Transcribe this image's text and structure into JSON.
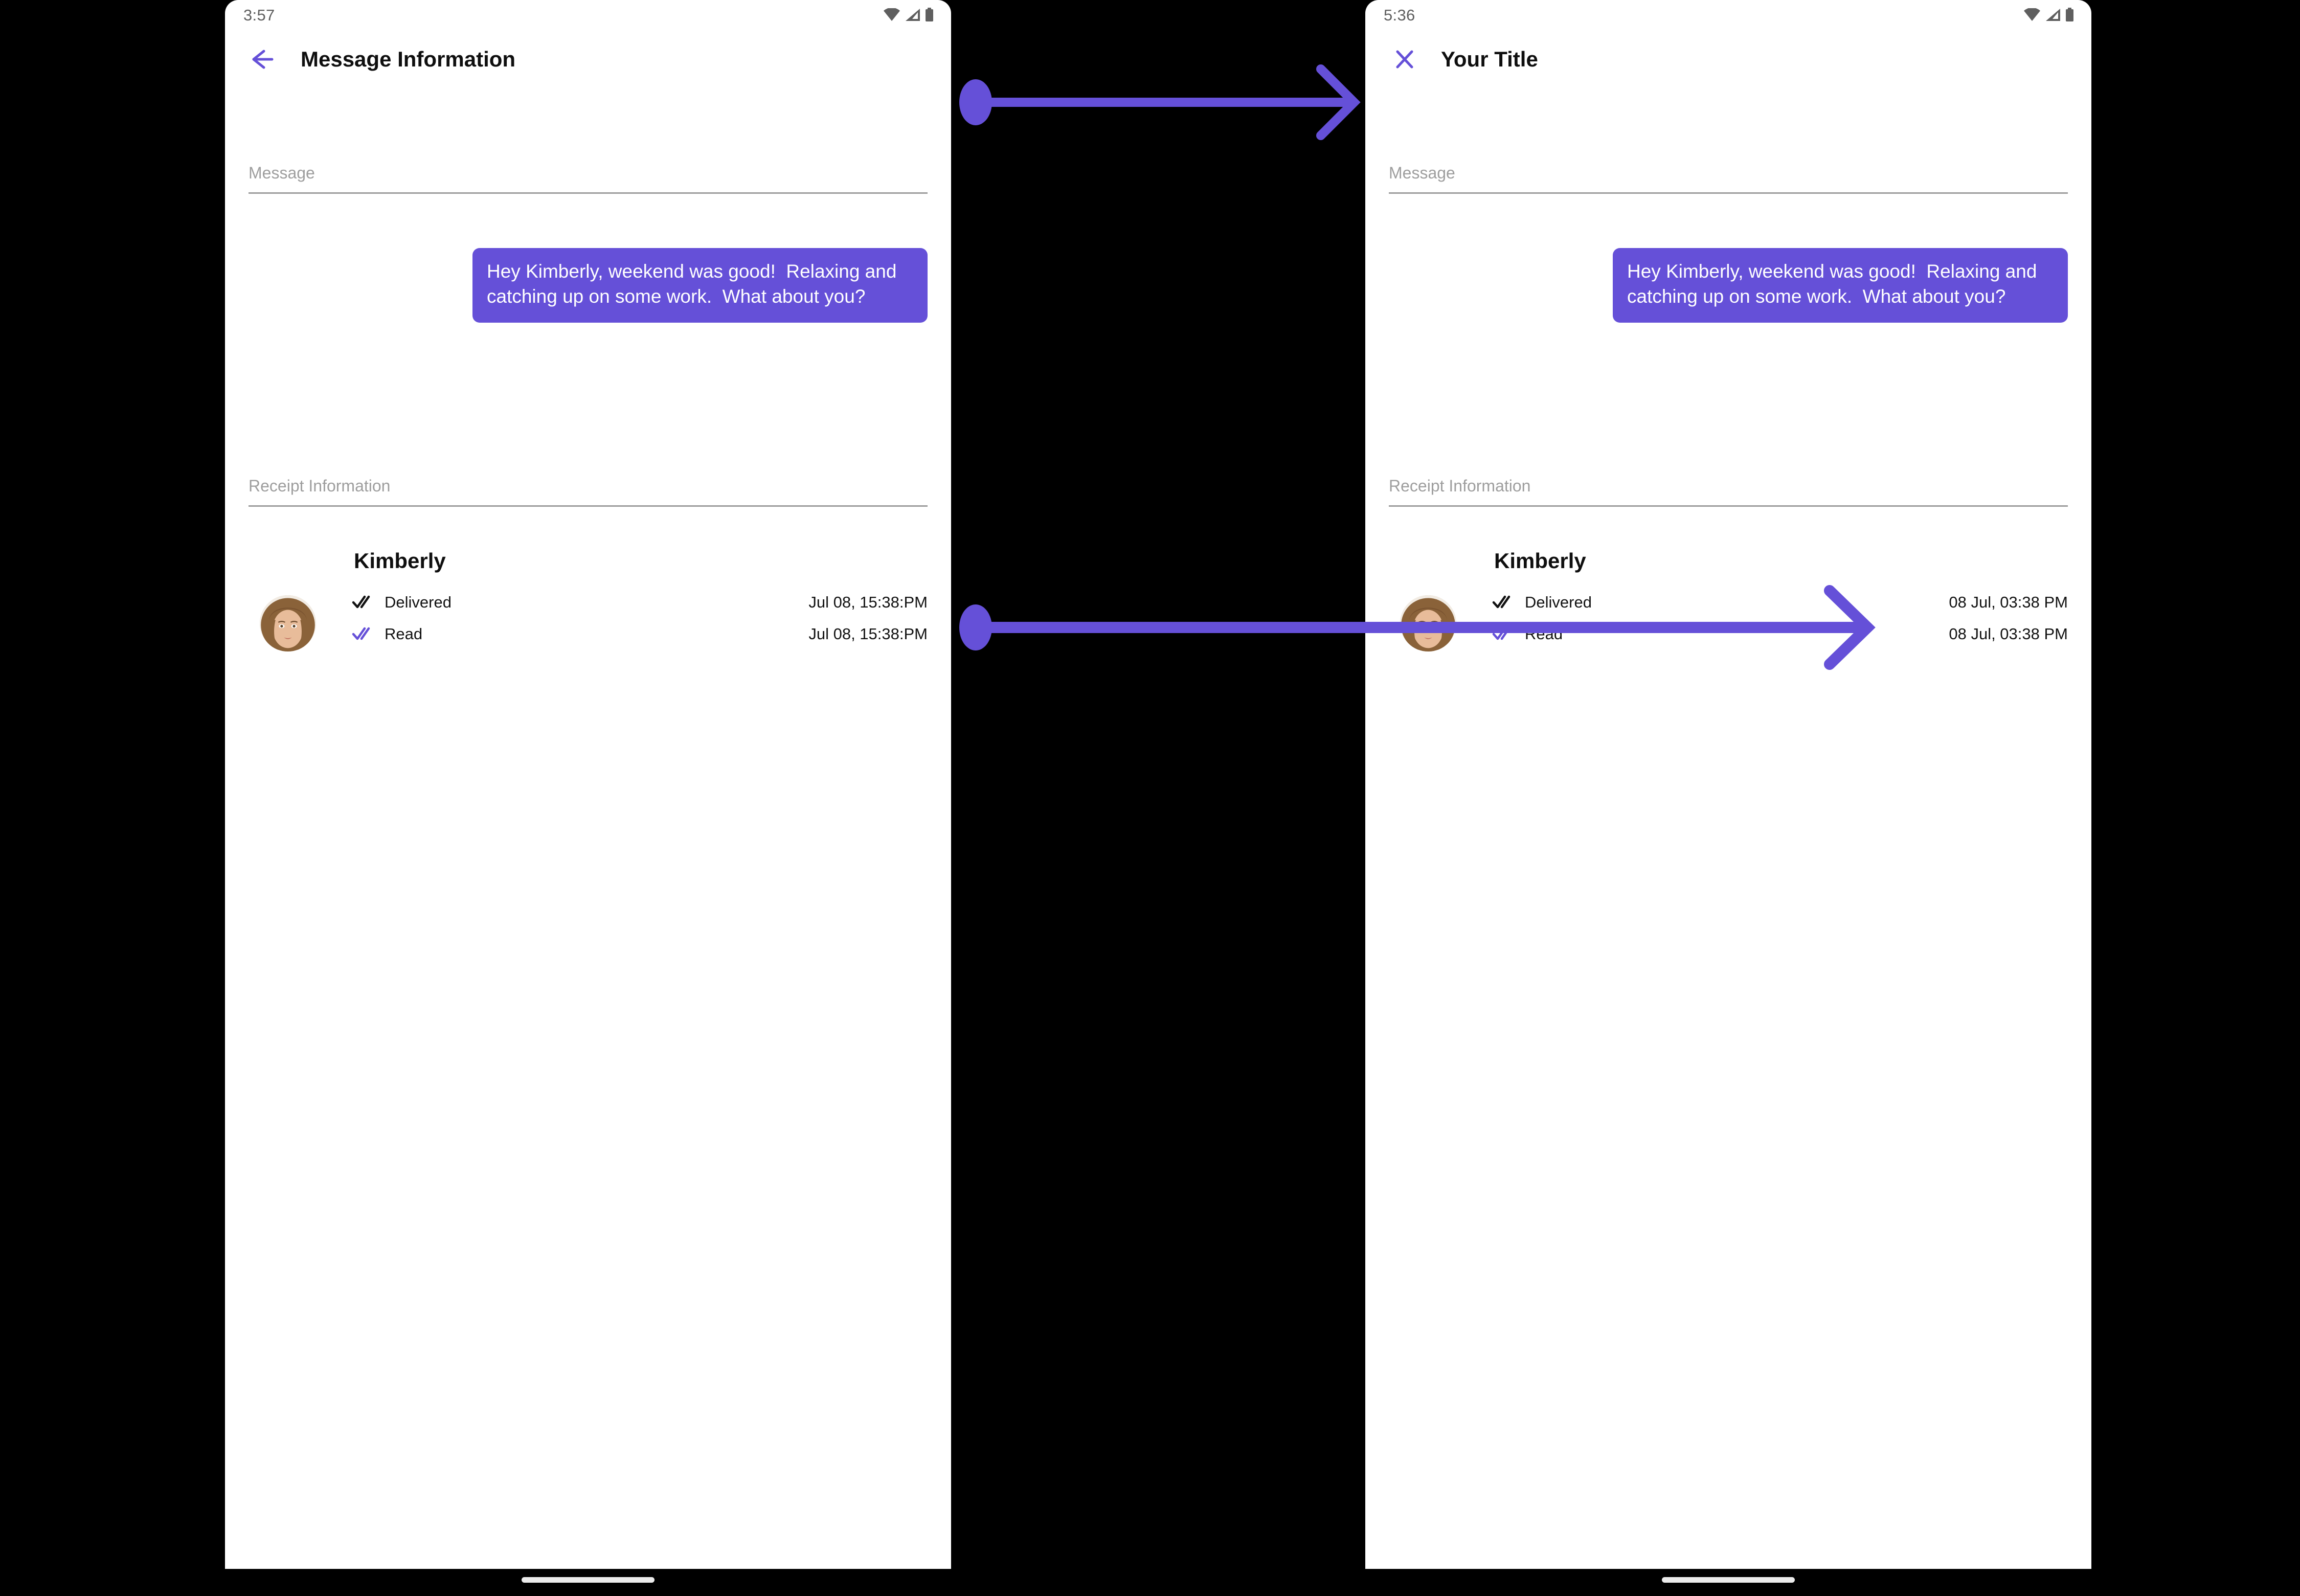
{
  "accent_color": "#6550d8",
  "frames": [
    {
      "id": "left",
      "status": {
        "time": "3:57"
      },
      "appbar": {
        "nav_icon": "back-arrow-icon",
        "title": "Message Information"
      },
      "sections": {
        "message_label": "Message",
        "receipt_label": "Receipt Information"
      },
      "message": {
        "text": "Hey Kimberly, weekend was good!  Relaxing and catching up on some work.  What about you?"
      },
      "receipt": {
        "name": "Kimberly",
        "rows": [
          {
            "icon": "double-check-icon",
            "status": "Delivered",
            "time": "Jul 08, 15:38:PM",
            "color": "#121212"
          },
          {
            "icon": "double-check-icon",
            "status": "Read",
            "time": "Jul 08, 15:38:PM",
            "color": "#6550d8"
          }
        ]
      }
    },
    {
      "id": "right",
      "status": {
        "time": "5:36"
      },
      "appbar": {
        "nav_icon": "close-icon",
        "title": "Your Title"
      },
      "sections": {
        "message_label": "Message",
        "receipt_label": "Receipt Information"
      },
      "message": {
        "text": "Hey Kimberly, weekend was good!  Relaxing and catching up on some work.  What about you?"
      },
      "receipt": {
        "name": "Kimberly",
        "rows": [
          {
            "icon": "double-check-icon",
            "status": "Delivered",
            "time": "08 Jul, 03:38 PM",
            "color": "#121212"
          },
          {
            "icon": "double-check-icon",
            "status": "Read",
            "time": "08 Jul, 03:38 PM",
            "color": "#6550d8"
          }
        ]
      }
    }
  ],
  "annotations": [
    {
      "name": "annotation-arrow-title",
      "from": "left-appbar-title",
      "to": "right-appbar-title"
    },
    {
      "name": "annotation-arrow-timestamp",
      "from": "left-receipt-time",
      "to": "right-receipt-time"
    }
  ]
}
